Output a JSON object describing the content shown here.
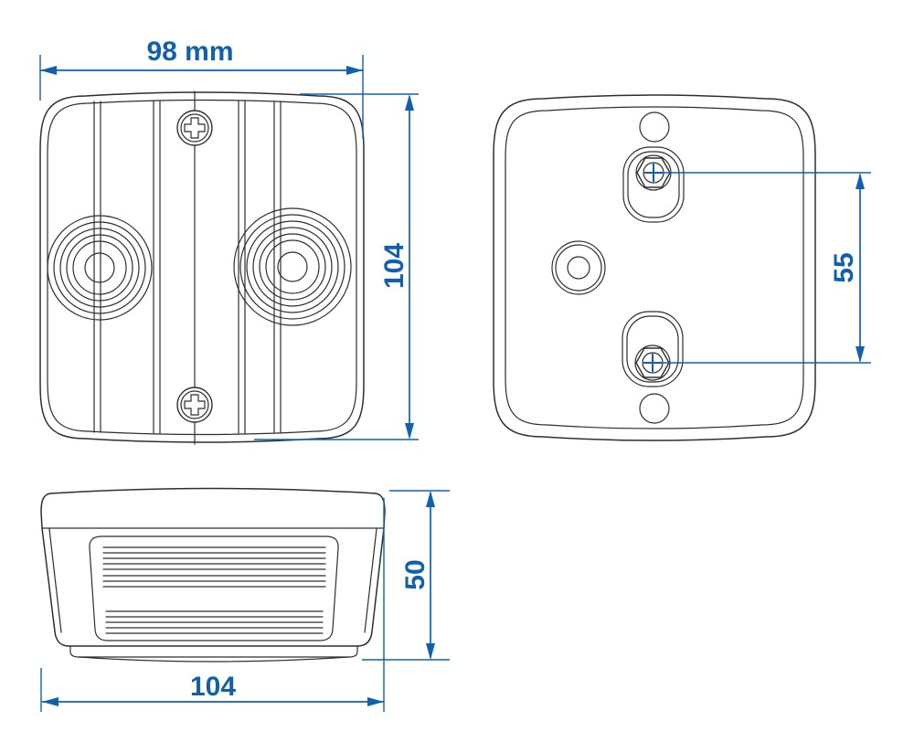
{
  "drawing": {
    "dims": {
      "front_width": "98 mm",
      "front_height": "104",
      "back_spacing": "55",
      "side_height": "50",
      "side_width": "104"
    },
    "colors": {
      "dimension_blue": "#1061ad",
      "outline_dark": "#2e2e2e",
      "background": "#ffffff"
    }
  }
}
